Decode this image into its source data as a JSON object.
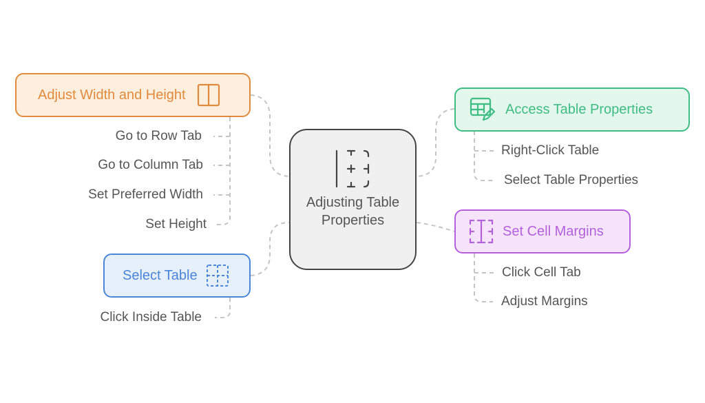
{
  "diagram": {
    "center": {
      "label": "Adjusting Table Properties",
      "icon": "table-cell-insert-icon",
      "colors": {
        "border": "#444444",
        "fill": "#f0f0f0",
        "text": "#555555"
      }
    },
    "branches": [
      {
        "id": "adjust-width-height",
        "label": "Adjust Width and Height",
        "icon": "split-column-icon",
        "colors": {
          "border": "#e08a3c",
          "fill": "#fdeedd",
          "text": "#e08a3c"
        },
        "children": [
          "Go to Row Tab",
          "Go to Column Tab",
          "Set Preferred Width",
          "Set Height"
        ]
      },
      {
        "id": "select-table",
        "label": "Select Table",
        "icon": "dashed-grid-icon",
        "colors": {
          "border": "#4a86d8",
          "fill": "#e6effc",
          "text": "#4a86d8"
        },
        "children": [
          "Click Inside Table"
        ]
      },
      {
        "id": "access-table-properties",
        "label": "Access Table Properties",
        "icon": "table-edit-icon",
        "colors": {
          "border": "#3dbd82",
          "fill": "#e3f7ed",
          "text": "#3dbd82"
        },
        "children": [
          "Right-Click Table",
          "Select Table Properties"
        ]
      },
      {
        "id": "set-cell-margins",
        "label": "Set Cell Margins",
        "icon": "cell-margin-icon",
        "colors": {
          "border": "#b45fdc",
          "fill": "#f6e4fc",
          "text": "#b45fdc"
        },
        "children": [
          "Click Cell Tab",
          "Adjust Margins"
        ]
      }
    ],
    "connector_color": "#c4c4c4"
  }
}
